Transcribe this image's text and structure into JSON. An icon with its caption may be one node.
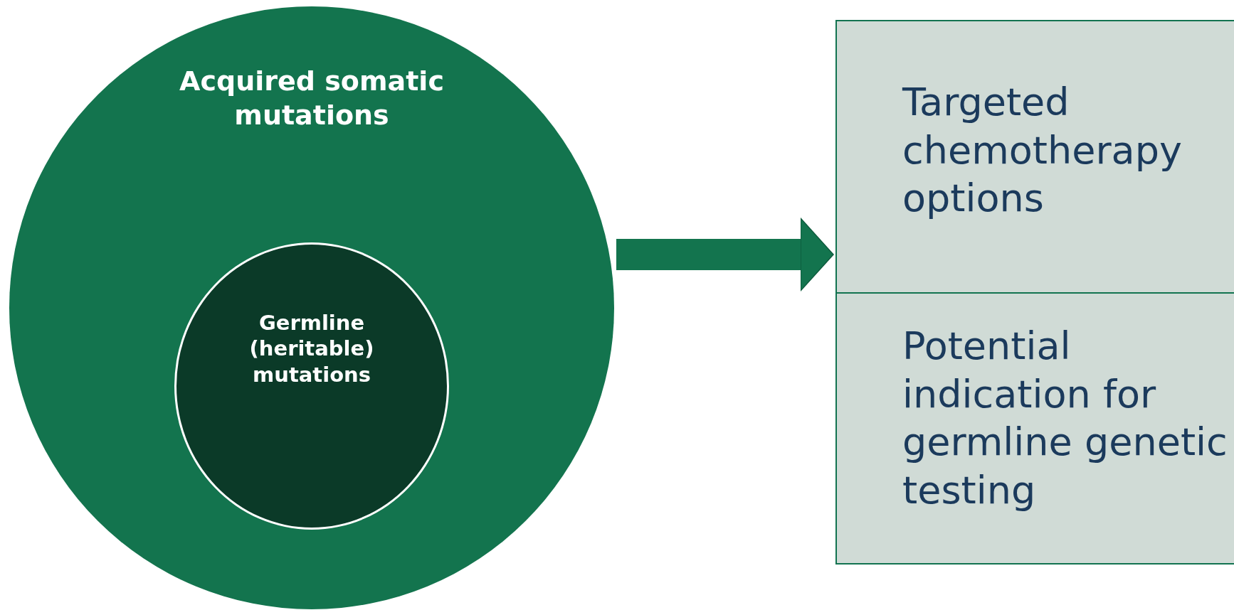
{
  "diagram": {
    "nodes": [
      {
        "text": [
          "Acquired somatic mutations"
        ]
      },
      {
        "text": [
          "Germline (heritable) mutations"
        ],
        "in": 0
      },
      {
        "text": [],
        "shape": "box"
      },
      {
        "text": [
          "Targeted chemotherapy options"
        ],
        "in": 2
      },
      {
        "text": [
          "Potential indication for germline genetic testing"
        ],
        "in": 2
      }
    ],
    "edges": [
      {
        "from": 0,
        "to": 2,
        "arrow": "to"
      }
    ]
  }
}
